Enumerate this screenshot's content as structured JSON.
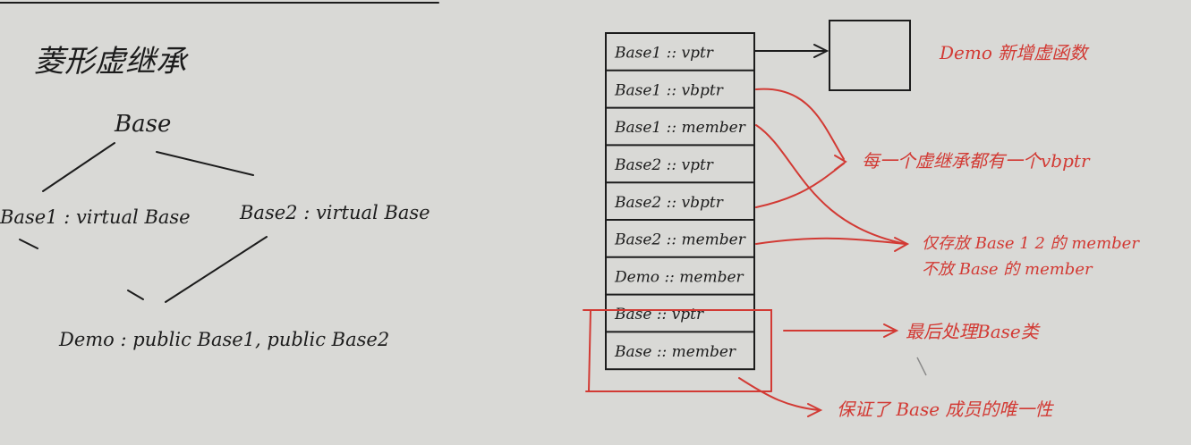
{
  "title": "菱形虚继承",
  "hierarchy": {
    "root": "Base",
    "left": "Base1 : virtual Base",
    "right": "Base2 : virtual Base",
    "derived": "Demo : public Base1, public Base2"
  },
  "layout_rows": [
    "Base1 :: vptr",
    "Base1 :: vbptr",
    "Base1 :: member",
    "Base2 :: vptr",
    "Base2 :: vbptr",
    "Base2 :: member",
    "Demo :: member",
    "Base :: vptr",
    "Base :: member"
  ],
  "notes": {
    "vtable": "Demo 新增虚函数",
    "vbptr": "每一个虚继承都有一个vbptr",
    "member_1": "仅存放 Base 1 2 的 member",
    "member_2": "不放 Base 的 member",
    "base_last": "最后处理Base类",
    "unique": "保证了 Base 成员的唯一性"
  },
  "colors": {
    "ink": "#1c1c1c",
    "annotation": "#d23a34",
    "paper": "#d9d9d6"
  }
}
